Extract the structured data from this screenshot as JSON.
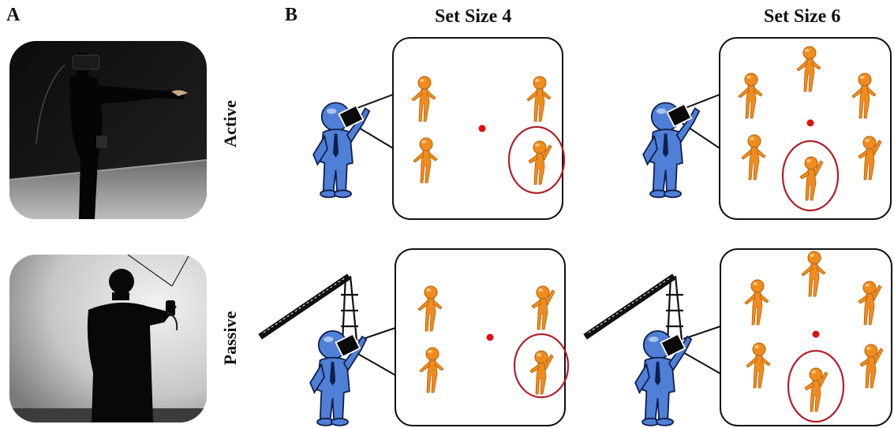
{
  "panels": {
    "a": "A",
    "b": "B"
  },
  "columns": [
    "Set Size 4",
    "Set Size 6"
  ],
  "rows": [
    "Active",
    "Passive"
  ],
  "colors": {
    "avatar_blue": "#4f7fd6",
    "avatar_outline": "#0f1e4a",
    "figure_orange": "#f08c1e",
    "figure_dark": "#b35f08",
    "target_circle": "#b21e2a",
    "fixation_dot": "#e01010"
  },
  "icons": [
    "participant-avatar-icon",
    "head-mounted-display-icon",
    "orange-person-icon",
    "fixation-dot",
    "target-circle",
    "robotic-arm-icon"
  ]
}
